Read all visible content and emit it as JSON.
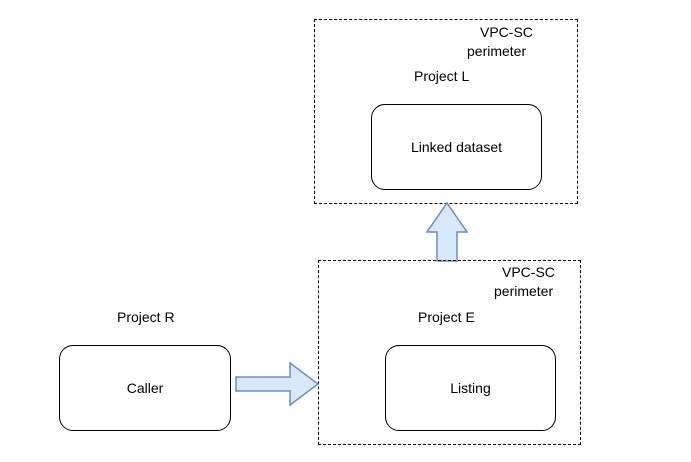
{
  "diagram": {
    "perimeter_top": {
      "label_line1": "VPC-SC",
      "label_line2": "perimeter",
      "project_label": "Project L",
      "node_label": "Linked dataset"
    },
    "perimeter_bottom": {
      "label_line1": "VPC-SC",
      "label_line2": "perimeter",
      "project_label": "Project E",
      "node_label": "Listing"
    },
    "caller": {
      "project_label": "Project R",
      "node_label": "Caller"
    },
    "colors": {
      "arrow_fill": "#dae8fc",
      "arrow_stroke": "#6c8ebf",
      "line": "#000000"
    },
    "arrows": [
      {
        "from": "Caller",
        "to": "Project E perimeter",
        "direction": "right"
      },
      {
        "from": "Project E perimeter",
        "to": "Project L perimeter",
        "direction": "up"
      }
    ]
  }
}
